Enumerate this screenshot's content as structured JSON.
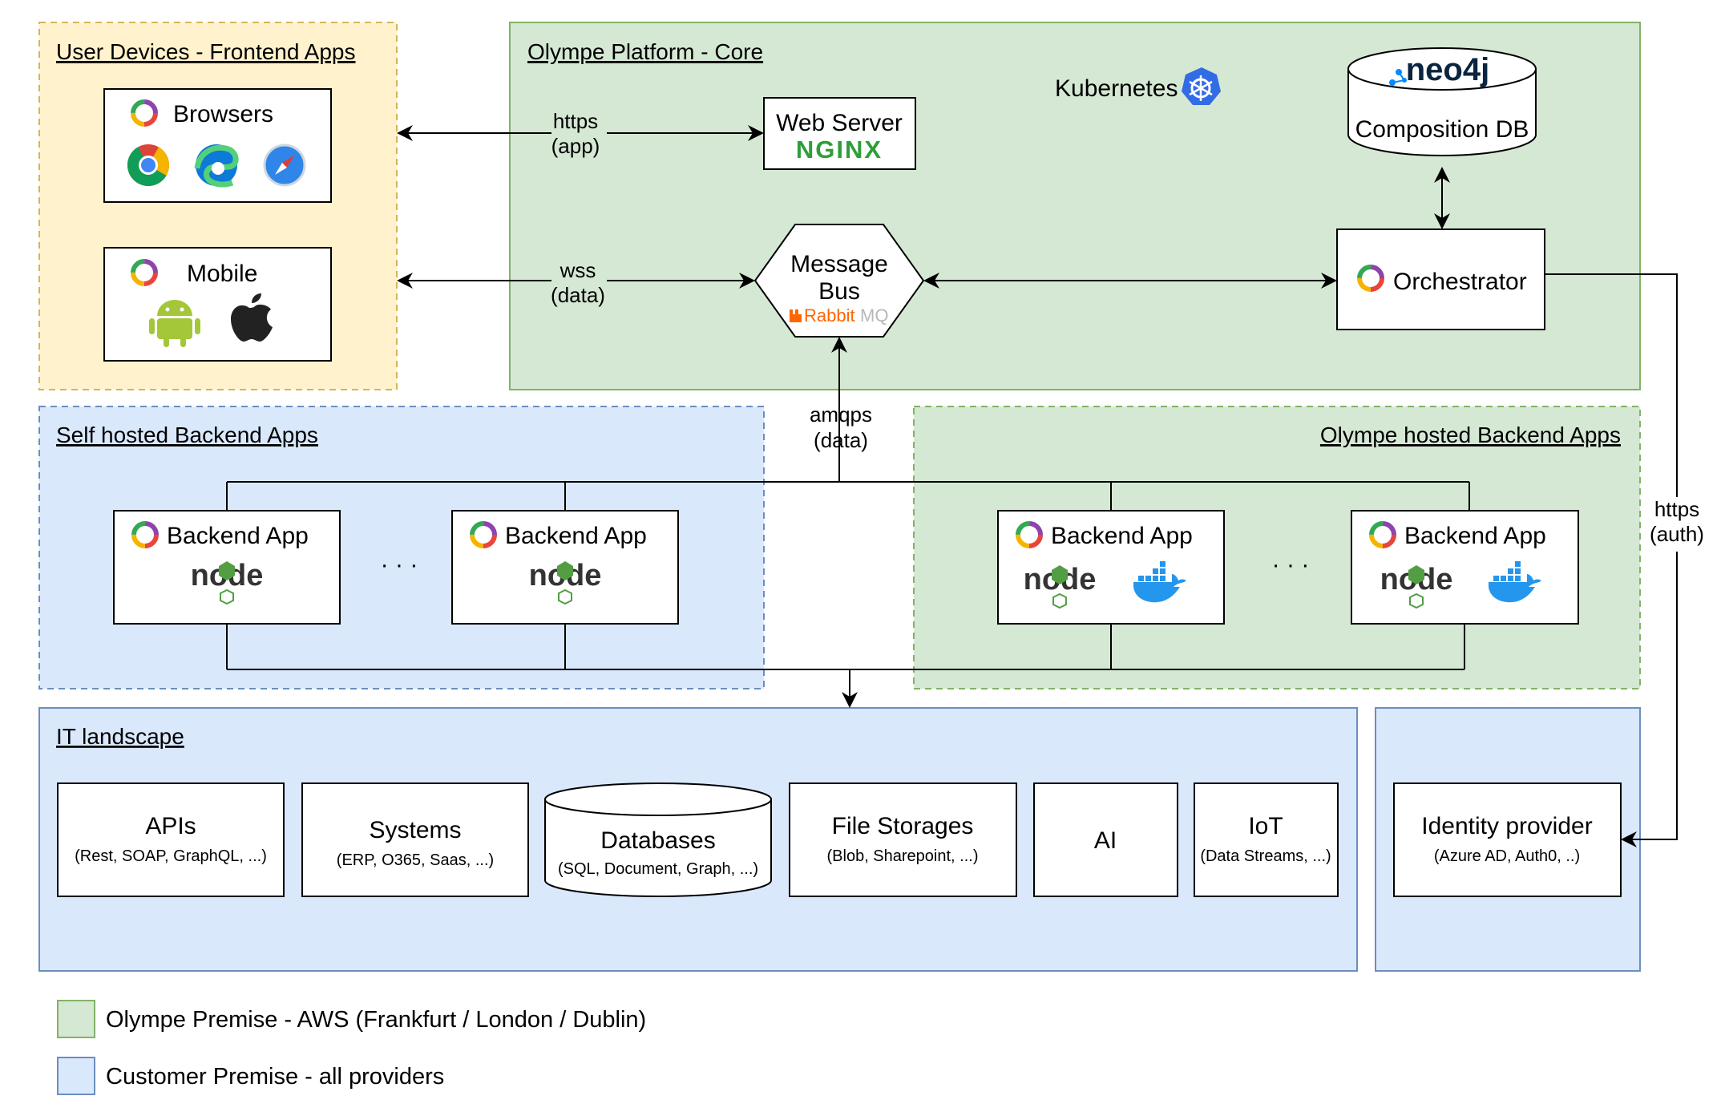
{
  "regions": {
    "user_devices": "User Devices - Frontend Apps",
    "platform_core": "Olympe Platform - Core",
    "self_hosted": "Self hosted Backend Apps",
    "olympe_hosted": "Olympe hosted Backend Apps",
    "it_landscape": "IT landscape"
  },
  "frontend": {
    "browsers": "Browsers",
    "mobile": "Mobile"
  },
  "core": {
    "web_server": "Web Server",
    "web_server_brand": "NGINX",
    "kubernetes": "Kubernetes",
    "composition_db": "Composition DB",
    "db_brand": "neo4j",
    "message_bus_line1": "Message",
    "message_bus_line2": "Bus",
    "bus_brand_a": "Rabbit",
    "bus_brand_b": "MQ",
    "orchestrator": "Orchestrator"
  },
  "edges": {
    "https_app_1": "https",
    "https_app_2": "(app)",
    "wss_1": "wss",
    "wss_2": "(data)",
    "amqps_1": "amqps",
    "amqps_2": "(data)",
    "https_auth_1": "https",
    "https_auth_2": "(auth)"
  },
  "backend": {
    "app_label": "Backend App",
    "ellipsis": "· · ·",
    "node_brand": "node"
  },
  "it": {
    "apis": "APIs",
    "apis_sub": "(Rest, SOAP, GraphQL, ...)",
    "systems": "Systems",
    "systems_sub": "(ERP, O365, Saas, ...)",
    "databases": "Databases",
    "databases_sub": "(SQL, Document, Graph, ...)",
    "files": "File Storages",
    "files_sub": "(Blob, Sharepoint, ...)",
    "ai": "AI",
    "iot": "IoT",
    "iot_sub": "(Data Streams, ...)",
    "idp": "Identity provider",
    "idp_sub": "(Azure AD, Auth0, ..)"
  },
  "legend": {
    "olympe": "Olympe Premise - AWS (Frankfurt / London / Dublin)",
    "customer": "Customer Premise - all providers"
  },
  "colors": {
    "yellow_fill": "#fff2cc",
    "yellow_stroke": "#d6b656",
    "green_fill": "#d5e8d4",
    "green_stroke": "#82b366",
    "blue_fill": "#dae8fc",
    "blue_stroke": "#6c8ebf"
  }
}
